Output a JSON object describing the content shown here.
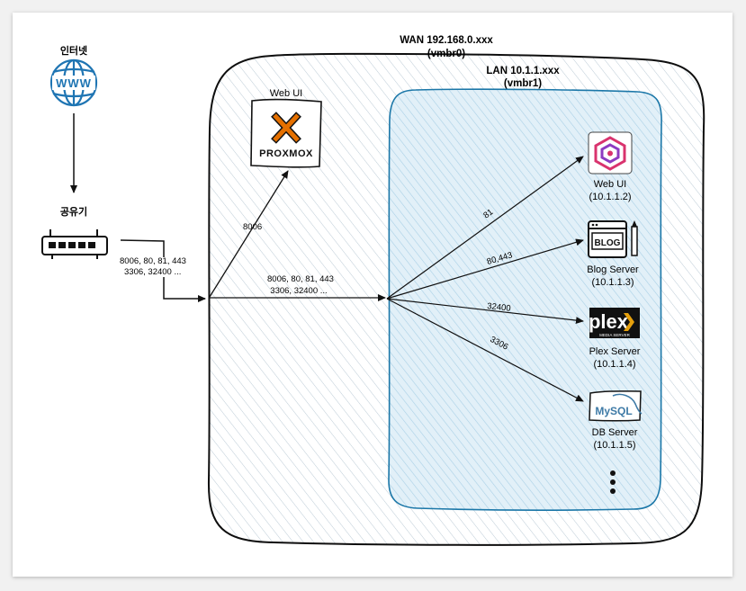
{
  "internet": {
    "label": "인터넷",
    "icon": "globe-www-icon",
    "icon_text": "WWW"
  },
  "router": {
    "label": "공유기",
    "icon": "router-icon",
    "ports_line1": "8006, 80, 81, 443",
    "ports_line2": "3306, 32400 ..."
  },
  "wan": {
    "title": "WAN 192.168.0.xxx",
    "subtitle": "(vmbr0)"
  },
  "lan": {
    "title": "LAN 10.1.1.xxx",
    "subtitle": "(vmbr1)"
  },
  "proxmox": {
    "label": "Web UI",
    "logo_text": "PROXMOX",
    "port": "8006"
  },
  "bridge": {
    "ports_line1": "8006, 80, 81, 443",
    "ports_line2": "3306, 32400 ..."
  },
  "servers": [
    {
      "icon": "hexagon-app-icon",
      "name": "Web UI",
      "ip": "(10.1.1.2)",
      "port": "81"
    },
    {
      "icon": "blog-icon",
      "icon_text": "BLOG",
      "name": "Blog Server",
      "ip": "(10.1.1.3)",
      "port": "80,443"
    },
    {
      "icon": "plex-logo-icon",
      "icon_text": "plex",
      "icon_subtext": "MEDIA SERVER",
      "name": "Plex Server",
      "ip": "(10.1.1.4)",
      "port": "32400"
    },
    {
      "icon": "mysql-logo-icon",
      "icon_text": "MySQL",
      "name": "DB Server",
      "ip": "(10.1.1.5)",
      "port": "3306"
    }
  ],
  "more": {
    "icon": "vertical-ellipsis-icon"
  },
  "colors": {
    "wan_fill": "#dbe7ee",
    "wan_stroke": "#0e0e0e",
    "lan_fill": "#cfe6f3",
    "lan_stroke": "#1b77a8",
    "proxmox_orange": "#e57000",
    "plex_orange": "#e5a00d",
    "globe_blue": "#1f75b3",
    "hex_pink": "#d9336e"
  }
}
